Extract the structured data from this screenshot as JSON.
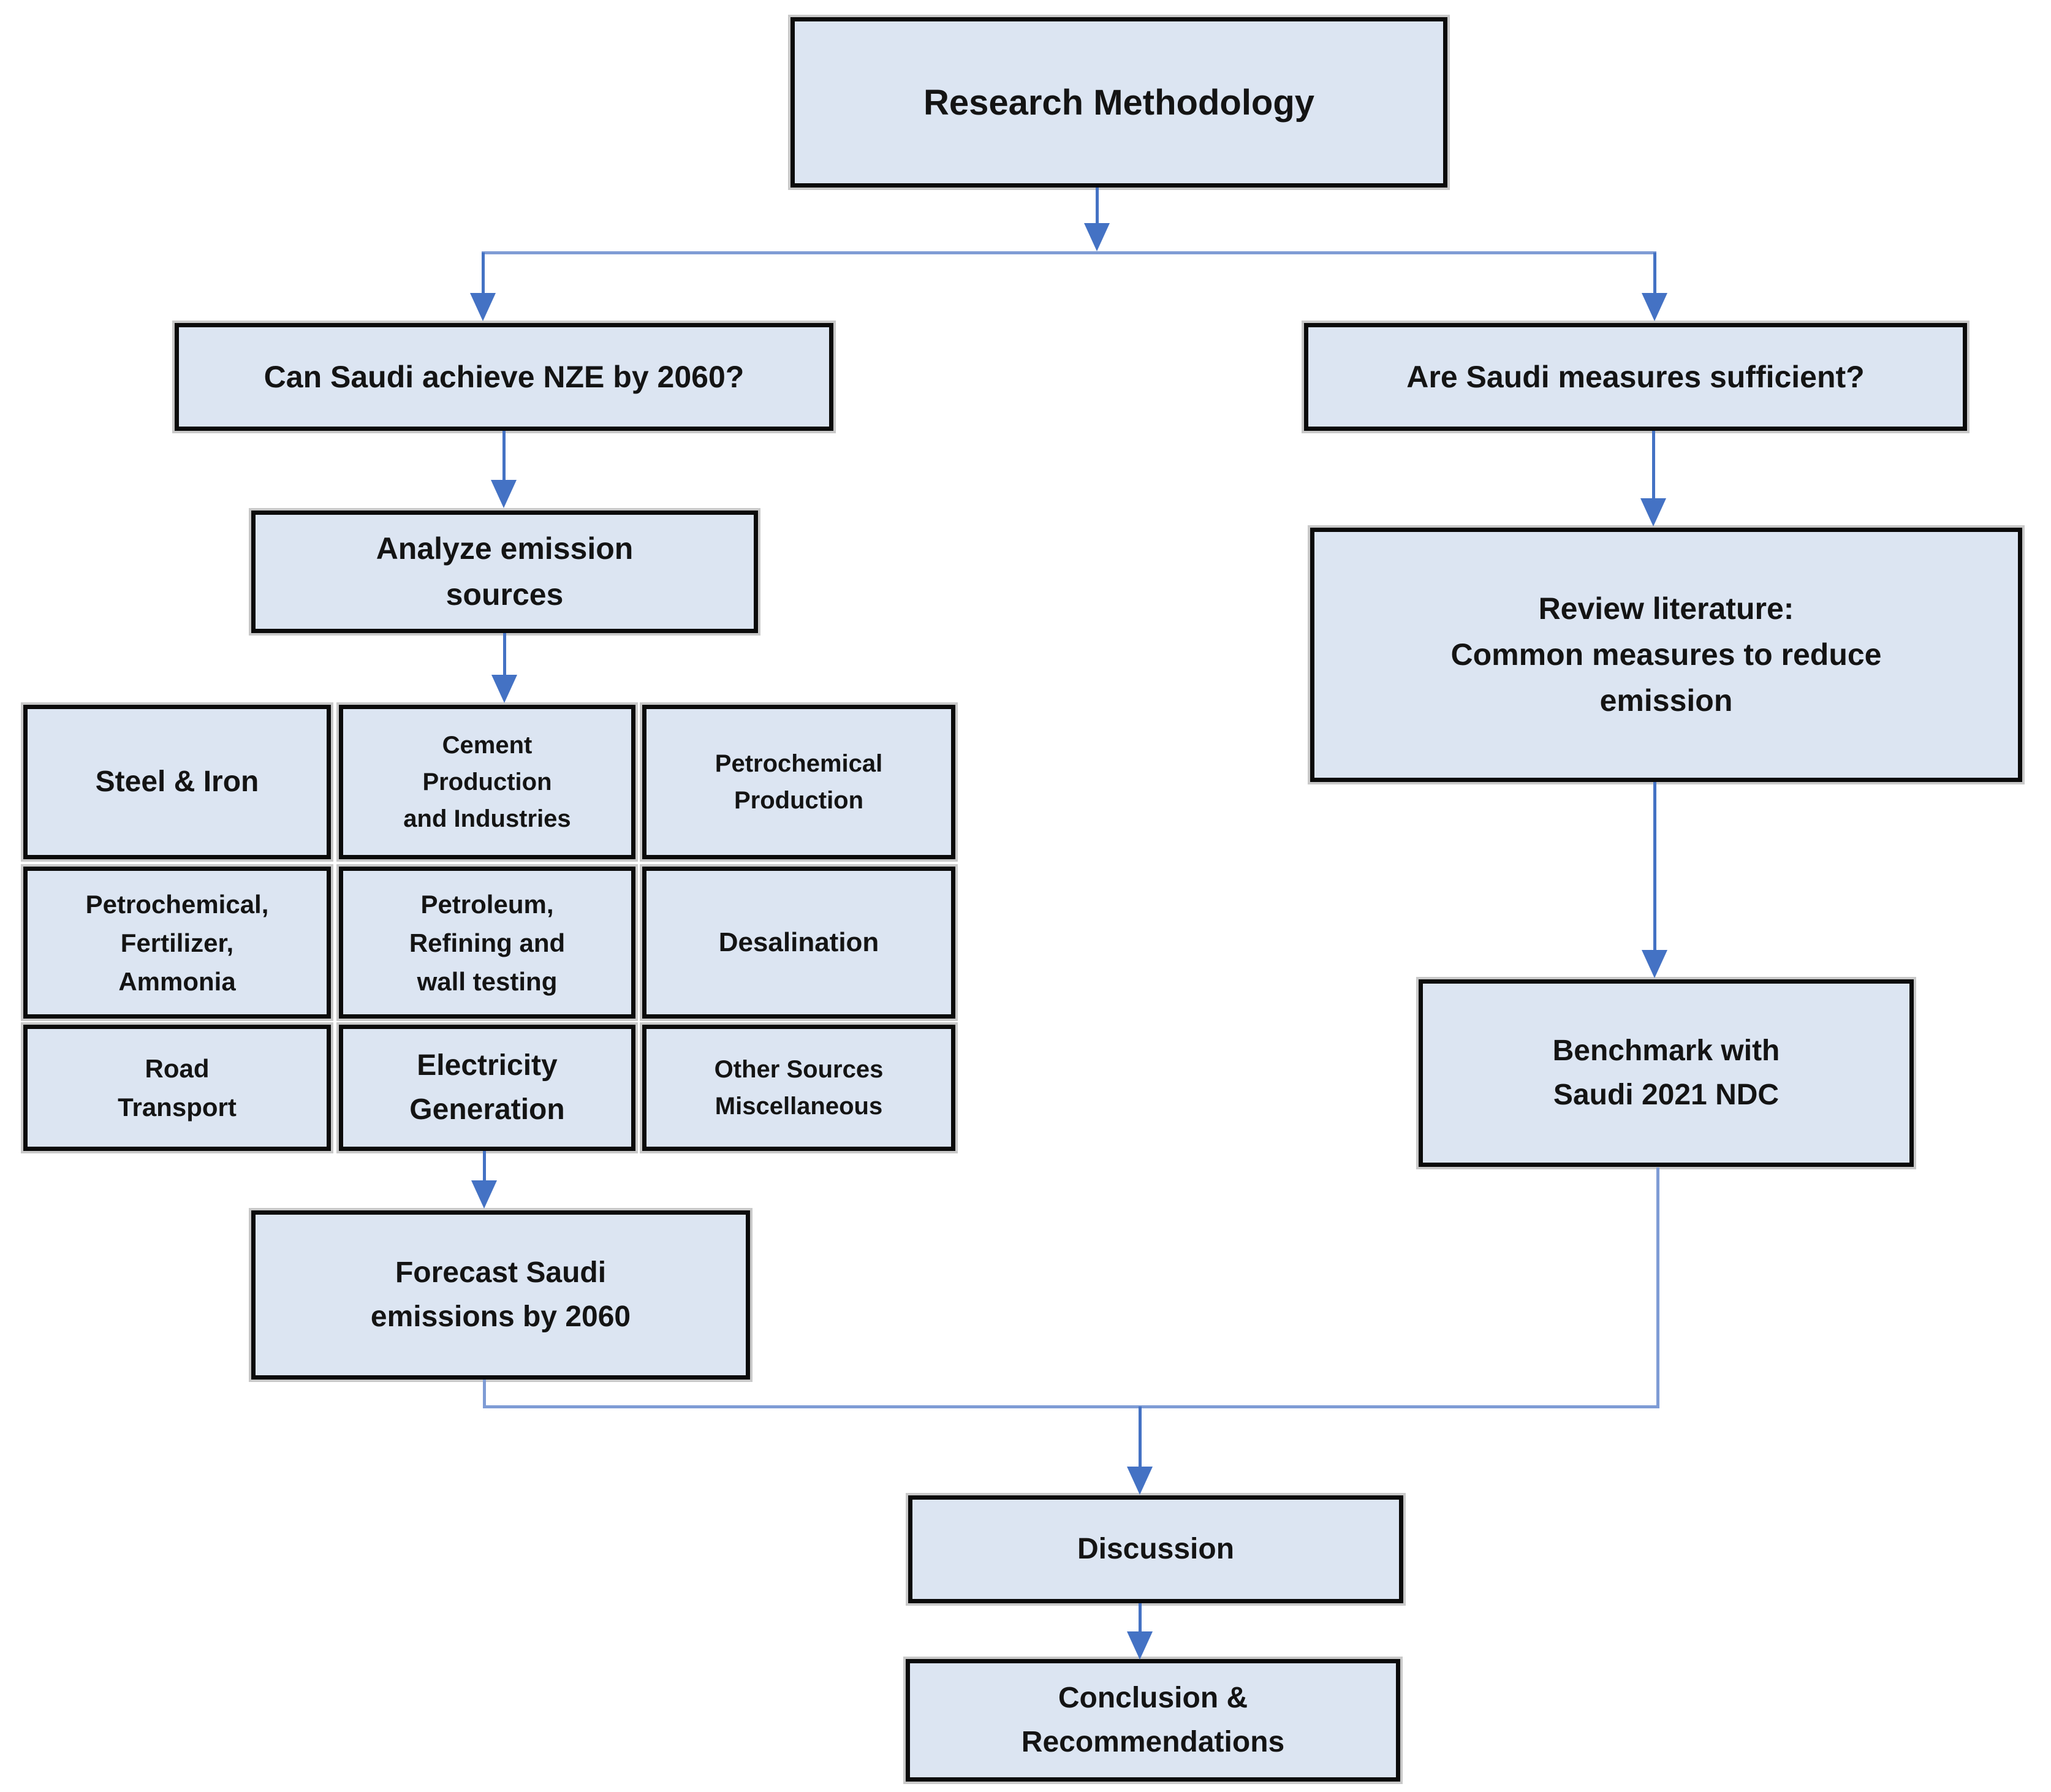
{
  "d": {
    "title": "Research Methodology",
    "left": {
      "question": "Can Saudi achieve NZE by 2060?",
      "analyze": "Analyze emission\nsources",
      "sources": [
        "Steel & Iron",
        "Cement\nProduction\nand Industries",
        "Petrochemical\nProduction",
        "Petrochemical,\nFertilizer,\nAmmonia",
        "Petroleum,\nRefining and\nwall testing",
        "Desalination",
        "Road\nTransport",
        "Electricity\nGeneration",
        "Other Sources\nMiscellaneous"
      ],
      "forecast": "Forecast Saudi\nemissions by 2060"
    },
    "right": {
      "question": "Are Saudi measures sufficient?",
      "review": "Review literature:\nCommon measures to reduce\nemission",
      "benchmark": "Benchmark with\nSaudi 2021 NDC"
    },
    "bottom": {
      "discussion": "Discussion",
      "conclusion": "Conclusion &\nRecommendations"
    },
    "colors": {
      "box_fill": "#dce5f2",
      "box_border": "#0b0b0b",
      "arrow_color": "#4472c4",
      "line_color": "#7f9cd5",
      "text_color": "#141414"
    }
  }
}
